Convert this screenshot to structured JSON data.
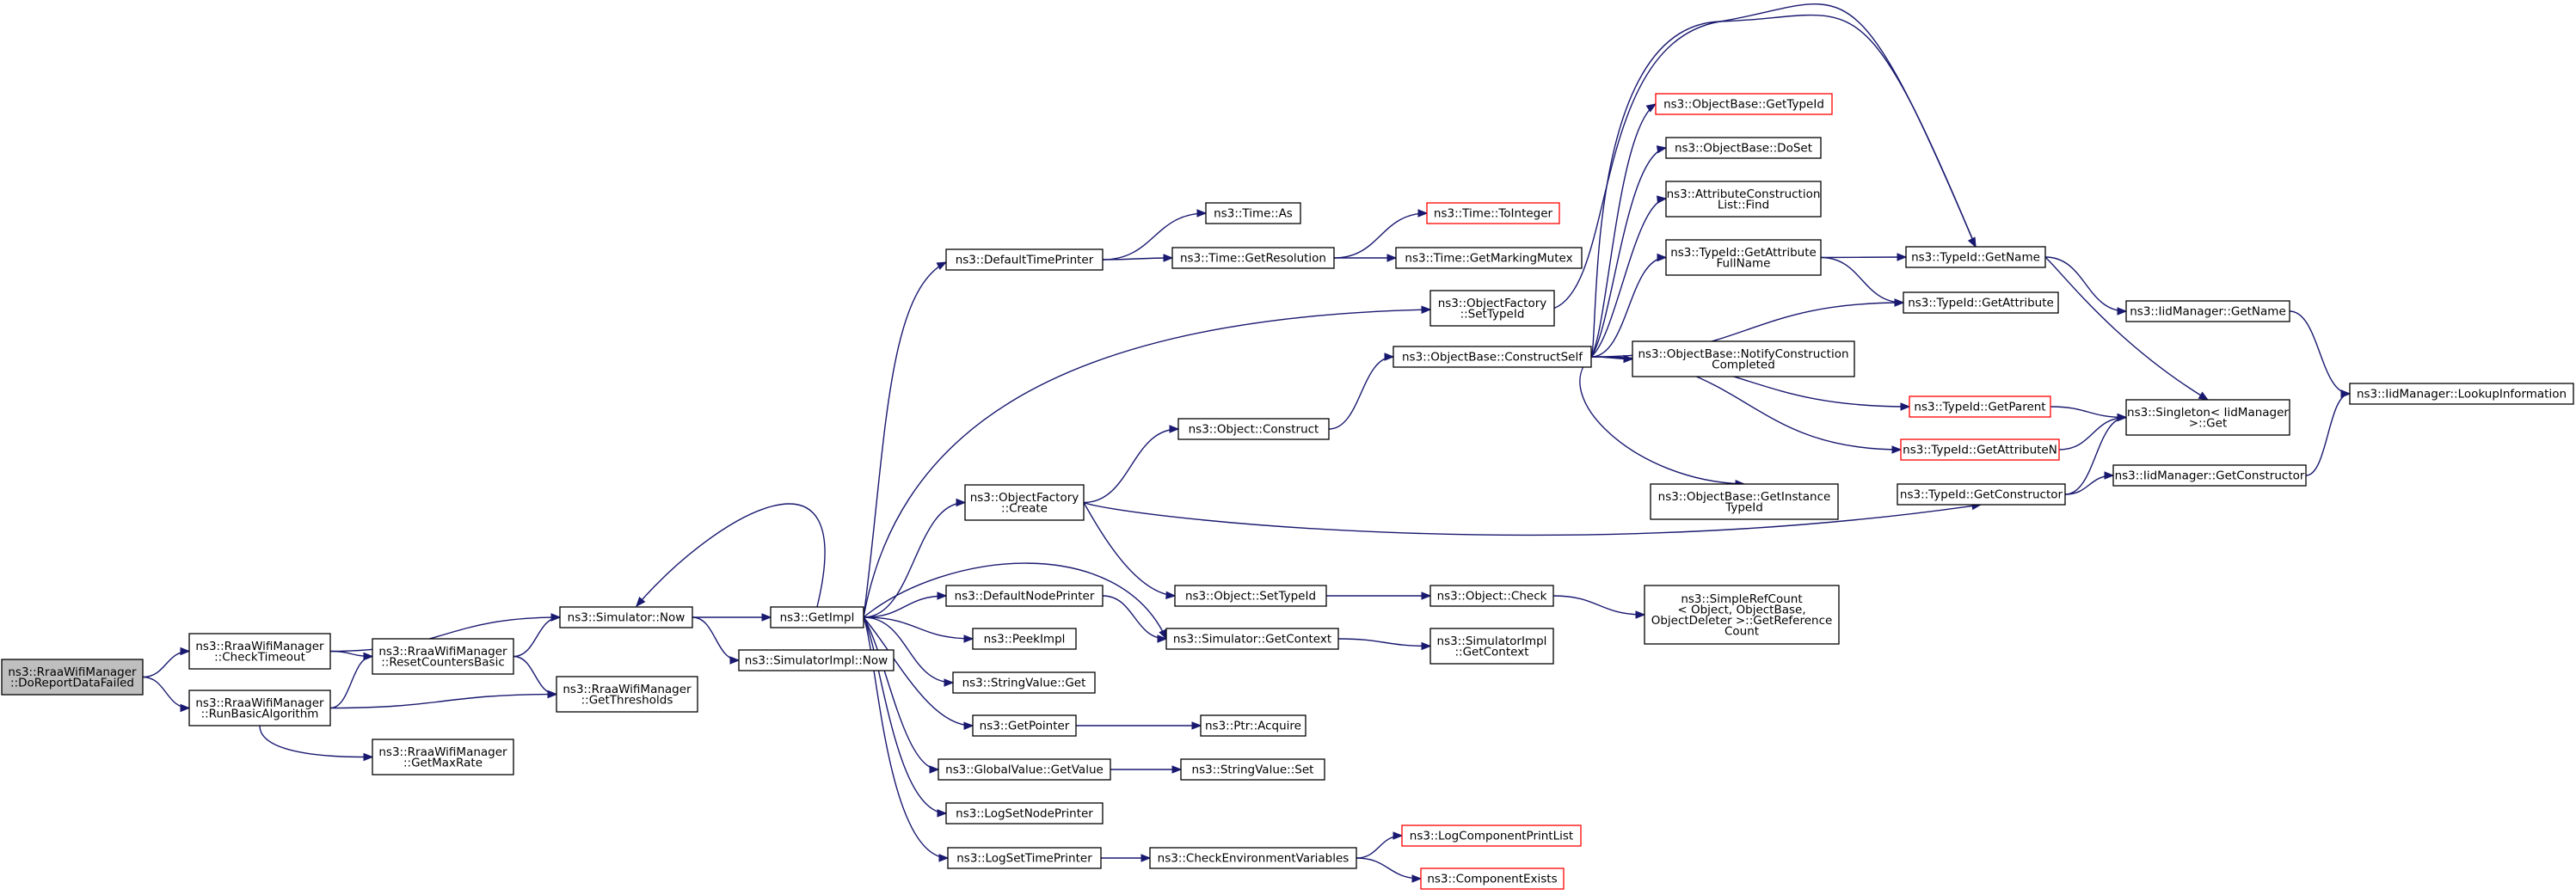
{
  "diagram": {
    "nodes": {
      "root": {
        "lines": [
          "ns3::RraaWifiManager",
          "::DoReportDataFailed"
        ],
        "root": true
      },
      "checkTimeout": {
        "lines": [
          "ns3::RraaWifiManager",
          "::CheckTimeout"
        ]
      },
      "runBasic": {
        "lines": [
          "ns3::RraaWifiManager",
          "::RunBasicAlgorithm"
        ]
      },
      "resetCounters": {
        "lines": [
          "ns3::RraaWifiManager",
          "::ResetCountersBasic"
        ]
      },
      "getThresholds": {
        "lines": [
          "ns3::RraaWifiManager",
          "::GetThresholds"
        ]
      },
      "getMaxRate": {
        "lines": [
          "ns3::RraaWifiManager",
          "::GetMaxRate"
        ]
      },
      "simNow": {
        "lines": [
          "ns3::Simulator::Now"
        ]
      },
      "simImplNow": {
        "lines": [
          "ns3::SimulatorImpl::Now"
        ]
      },
      "getImpl": {
        "lines": [
          "ns3::GetImpl"
        ]
      },
      "defaultTimePrinter": {
        "lines": [
          "ns3::DefaultTimePrinter"
        ]
      },
      "timeAs": {
        "lines": [
          "ns3::Time::As"
        ]
      },
      "timeGetRes": {
        "lines": [
          "ns3::Time::GetResolution"
        ]
      },
      "timeToInt": {
        "lines": [
          "ns3::Time::ToInteger"
        ],
        "red": true
      },
      "timeMutex": {
        "lines": [
          "ns3::Time::GetMarkingMutex"
        ]
      },
      "ofSetTypeId": {
        "lines": [
          "ns3::ObjectFactory",
          "::SetTypeId"
        ]
      },
      "objBaseConstruct": {
        "lines": [
          "ns3::ObjectBase::ConstructSelf"
        ]
      },
      "ofCreate": {
        "lines": [
          "ns3::ObjectFactory",
          "::Create"
        ]
      },
      "objConstruct": {
        "lines": [
          "ns3::Object::Construct"
        ]
      },
      "objSetTypeId": {
        "lines": [
          "ns3::Object::SetTypeId"
        ]
      },
      "objCheck": {
        "lines": [
          "ns3::Object::Check"
        ]
      },
      "simpleRef": {
        "lines": [
          "ns3::SimpleRefCount",
          "< Object, ObjectBase,",
          "ObjectDeleter >::GetReference",
          "Count"
        ]
      },
      "defaultNodePrinter": {
        "lines": [
          "ns3::DefaultNodePrinter"
        ]
      },
      "peekImpl": {
        "lines": [
          "ns3::PeekImpl"
        ]
      },
      "strValGet": {
        "lines": [
          "ns3::StringValue::Get"
        ]
      },
      "getPointer": {
        "lines": [
          "ns3::GetPointer"
        ]
      },
      "ptrAcquire": {
        "lines": [
          "ns3::Ptr::Acquire"
        ]
      },
      "globalGetValue": {
        "lines": [
          "ns3::GlobalValue::GetValue"
        ]
      },
      "strValSet": {
        "lines": [
          "ns3::StringValue::Set"
        ]
      },
      "logSetNode": {
        "lines": [
          "ns3::LogSetNodePrinter"
        ]
      },
      "logSetTime": {
        "lines": [
          "ns3::LogSetTimePrinter"
        ]
      },
      "checkEnv": {
        "lines": [
          "ns3::CheckEnvironmentVariables"
        ]
      },
      "logCompPrint": {
        "lines": [
          "ns3::LogComponentPrintList"
        ],
        "red": true
      },
      "compExists": {
        "lines": [
          "ns3::ComponentExists"
        ],
        "red": true
      },
      "simGetContext": {
        "lines": [
          "ns3::Simulator::GetContext"
        ]
      },
      "simImplGetContext": {
        "lines": [
          "ns3::SimulatorImpl",
          "::GetContext"
        ]
      },
      "objBaseGetTypeId": {
        "lines": [
          "ns3::ObjectBase::GetTypeId"
        ],
        "red": true
      },
      "objBaseDoSet": {
        "lines": [
          "ns3::ObjectBase::DoSet"
        ]
      },
      "attrFind": {
        "lines": [
          "ns3::AttributeConstruction",
          "List::Find"
        ]
      },
      "typeIdAttrFull": {
        "lines": [
          "ns3::TypeId::GetAttribute",
          "FullName"
        ]
      },
      "typeIdGetName": {
        "lines": [
          "ns3::TypeId::GetName"
        ]
      },
      "typeIdGetAttr": {
        "lines": [
          "ns3::TypeId::GetAttribute"
        ]
      },
      "notifyConstr": {
        "lines": [
          "ns3::ObjectBase::NotifyConstruction",
          "Completed"
        ]
      },
      "typeIdGetParent": {
        "lines": [
          "ns3::TypeId::GetParent"
        ],
        "red": true
      },
      "typeIdGetAttrN": {
        "lines": [
          "ns3::TypeId::GetAttributeN"
        ],
        "red": true
      },
      "objBaseGetInst": {
        "lines": [
          "ns3::ObjectBase::GetInstance",
          "TypeId"
        ]
      },
      "typeIdGetConstr": {
        "lines": [
          "ns3::TypeId::GetConstructor"
        ]
      },
      "iidGetName": {
        "lines": [
          "ns3::IidManager::GetName"
        ]
      },
      "singletonGet": {
        "lines": [
          "ns3::Singleton< IidManager",
          ">::Get"
        ]
      },
      "iidGetConstr": {
        "lines": [
          "ns3::IidManager::GetConstructor"
        ]
      },
      "iidLookup": {
        "lines": [
          "ns3::IidManager::LookupInformation"
        ]
      }
    }
  }
}
